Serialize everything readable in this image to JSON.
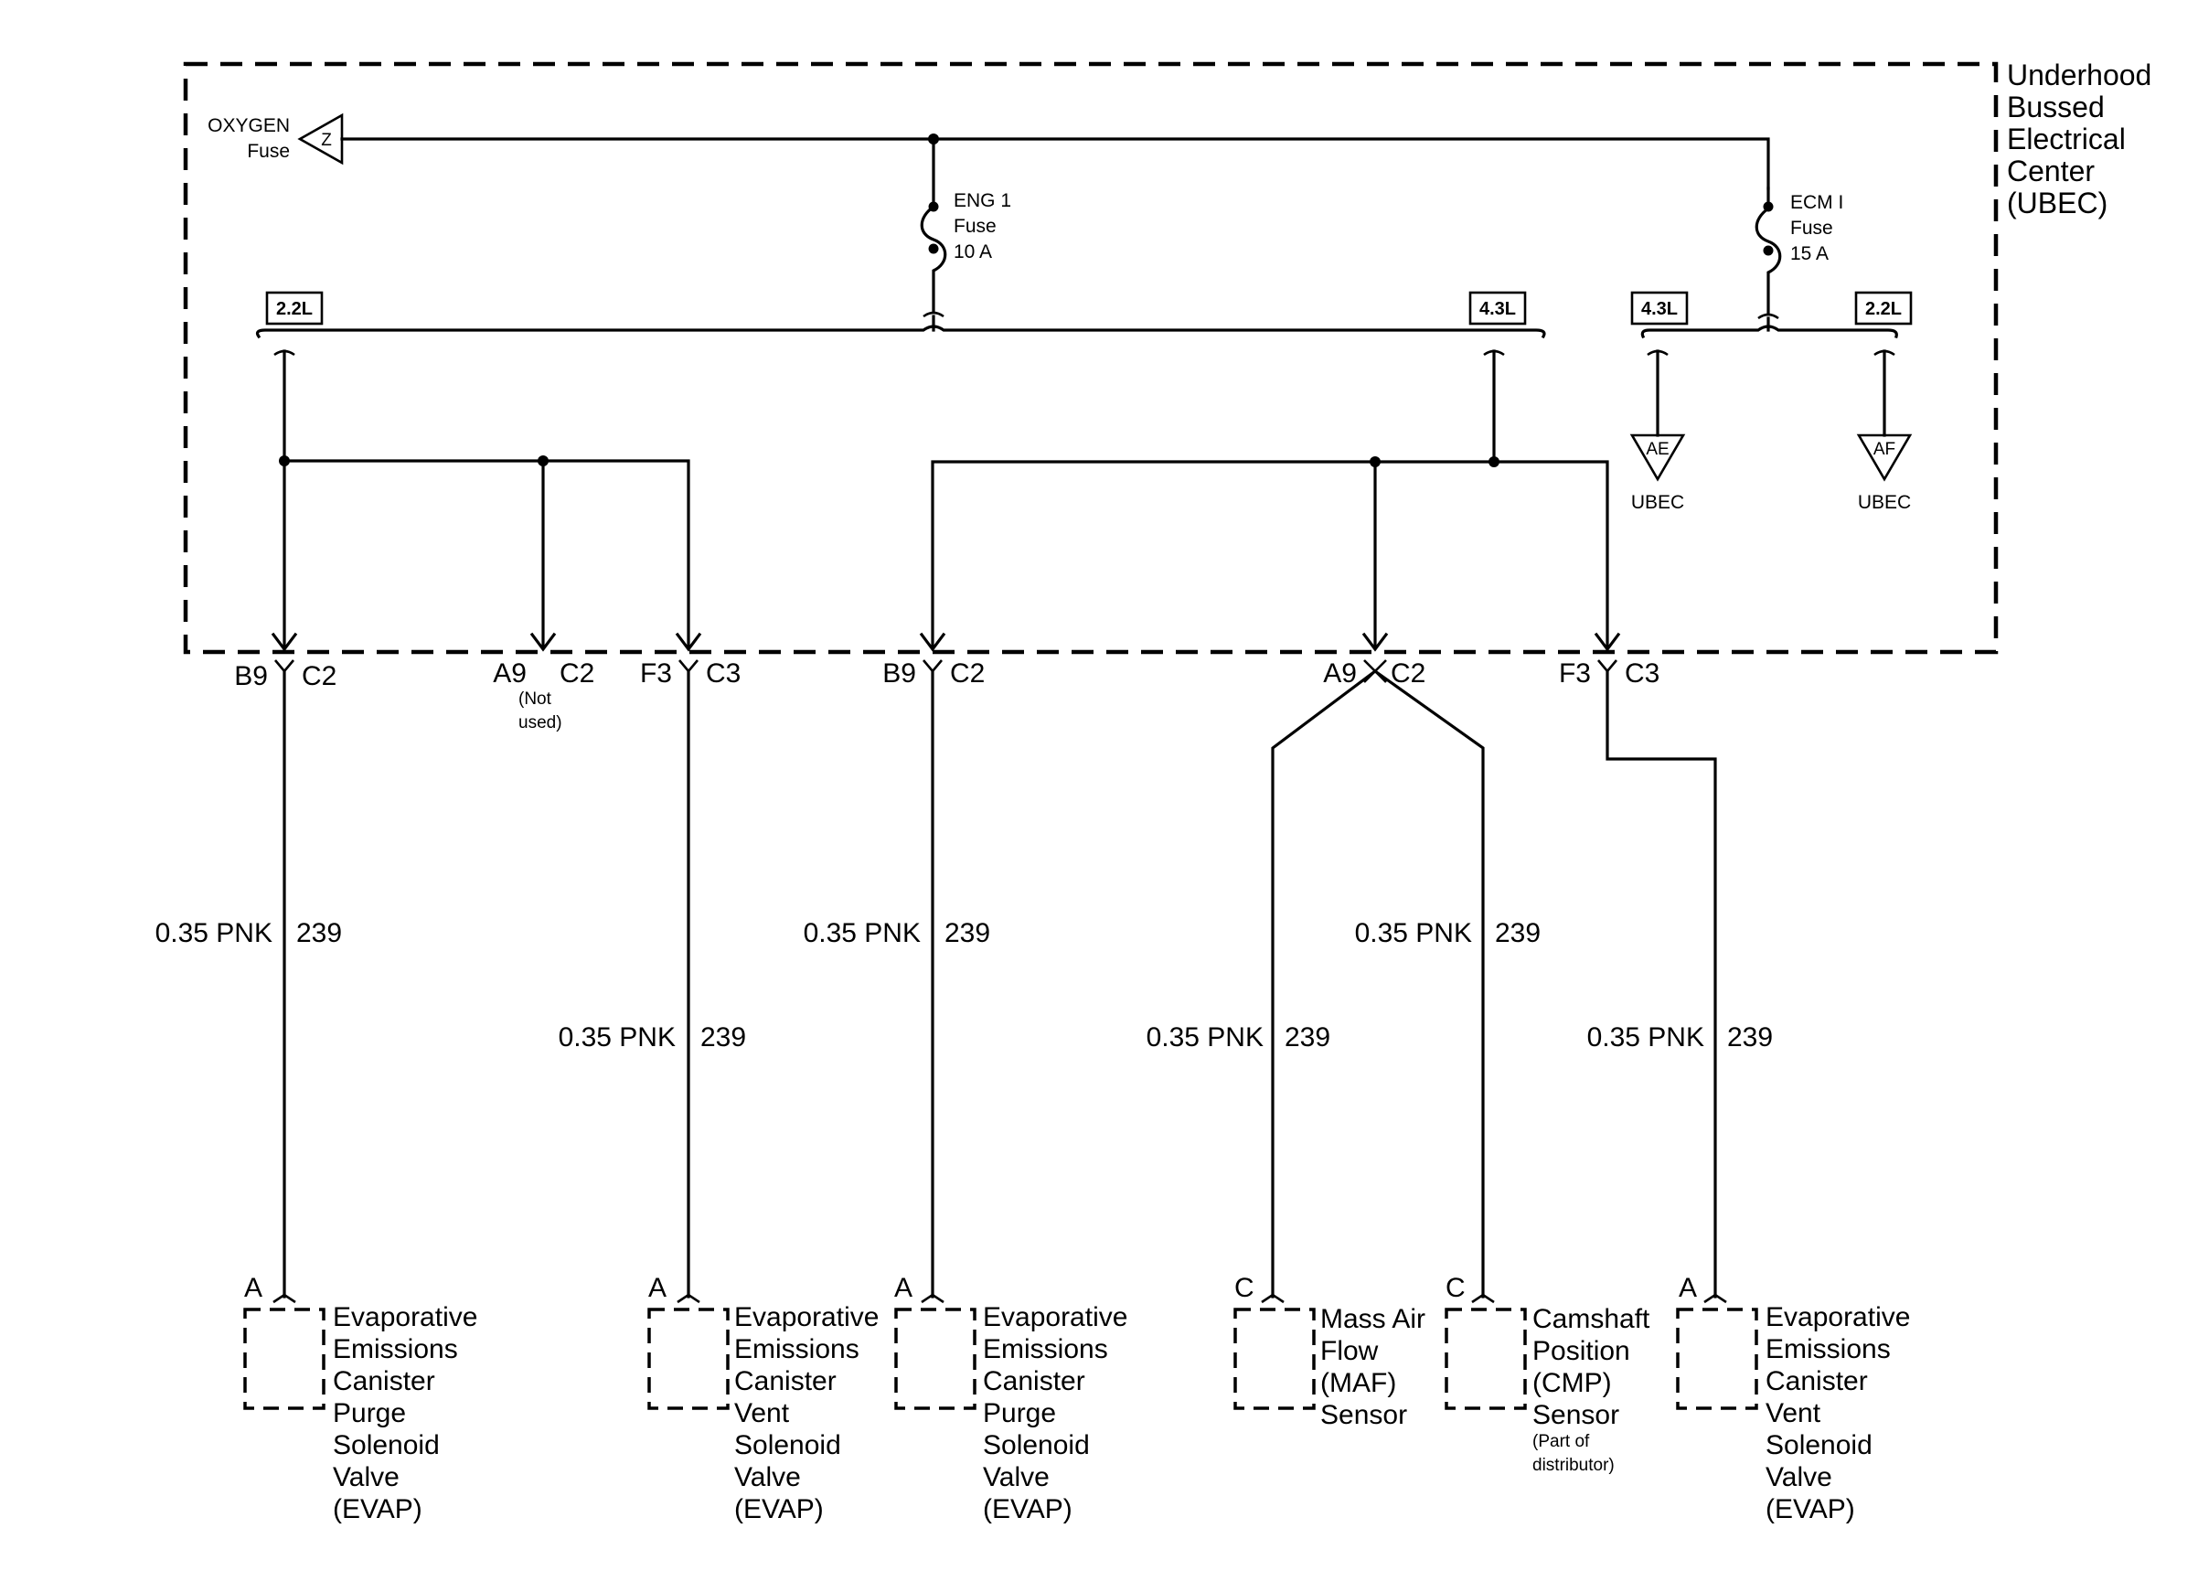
{
  "ubec": {
    "title_lines": [
      "Underhood",
      "Bussed",
      "Electrical",
      "Center",
      "(UBEC)"
    ]
  },
  "oxygen_fuse": {
    "line1": "OXYGEN",
    "line2": "Fuse",
    "symbol": "Z"
  },
  "fuses": {
    "eng1": {
      "name": "ENG 1",
      "word": "Fuse",
      "rating": "10 A"
    },
    "ecm1": {
      "name": "ECM I",
      "word": "Fuse",
      "rating": "15 A"
    }
  },
  "engine_badges": {
    "left_22": "2.2L",
    "mid_43": "4.3L",
    "right_43": "4.3L",
    "right_22": "2.2L"
  },
  "ubec_refs": [
    {
      "symbol": "AE",
      "label": "UBEC"
    },
    {
      "symbol": "AF",
      "label": "UBEC"
    }
  ],
  "connectors": [
    {
      "pin": "B9",
      "conn": "C2"
    },
    {
      "pin": "A9",
      "conn": "C2",
      "note_line1": "(Not",
      "note_line2": "used)"
    },
    {
      "pin": "F3",
      "conn": "C3"
    },
    {
      "pin": "B9",
      "conn": "C2"
    },
    {
      "pin": "A9",
      "conn": "C2"
    },
    {
      "pin": "F3",
      "conn": "C3"
    }
  ],
  "wires": [
    {
      "gauge_color": "0.35 PNK",
      "circuit": "239"
    },
    {
      "gauge_color": "0.35 PNK",
      "circuit": "239"
    },
    {
      "gauge_color": "0.35 PNK",
      "circuit": "239"
    },
    {
      "gauge_color": "0.35 PNK",
      "circuit": "239"
    },
    {
      "gauge_color": "0.35 PNK",
      "circuit": "239"
    },
    {
      "gauge_color": "0.35 PNK",
      "circuit": "239"
    }
  ],
  "components": [
    {
      "pin": "A",
      "lines": [
        "Evaporative",
        "Emissions",
        "Canister",
        "Purge",
        "Solenoid",
        "Valve",
        "(EVAP)"
      ]
    },
    {
      "pin": "A",
      "lines": [
        "Evaporative",
        "Emissions",
        "Canister",
        "Vent",
        "Solenoid",
        "Valve",
        "(EVAP)"
      ]
    },
    {
      "pin": "A",
      "lines": [
        "Evaporative",
        "Emissions",
        "Canister",
        "Purge",
        "Solenoid",
        "Valve",
        "(EVAP)"
      ]
    },
    {
      "pin": "C",
      "lines": [
        "Mass Air",
        "Flow",
        "(MAF)",
        "Sensor"
      ]
    },
    {
      "pin": "C",
      "lines": [
        "Camshaft",
        "Position",
        "(CMP)",
        "Sensor"
      ],
      "note_line1": "(Part of",
      "note_line2": "distributor)"
    },
    {
      "pin": "A",
      "lines": [
        "Evaporative",
        "Emissions",
        "Canister",
        "Vent",
        "Solenoid",
        "Valve",
        "(EVAP)"
      ]
    }
  ]
}
